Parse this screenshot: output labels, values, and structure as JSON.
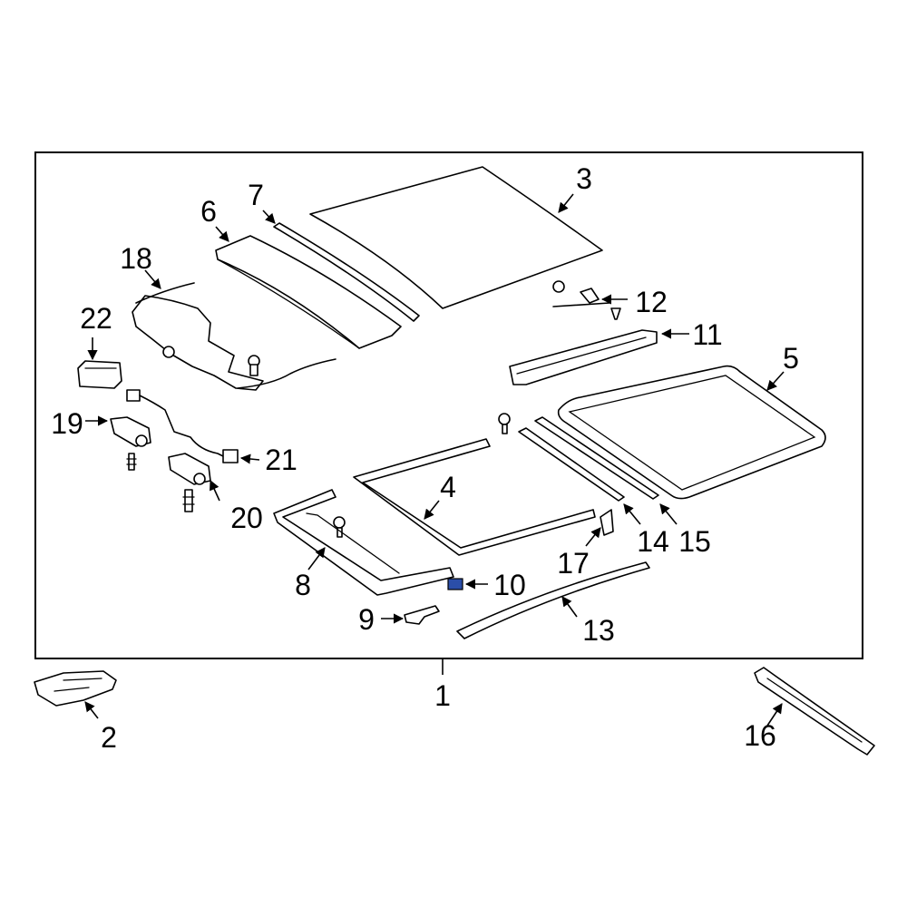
{
  "callouts": {
    "c1": "1",
    "c2": "2",
    "c3": "3",
    "c4": "4",
    "c5": "5",
    "c6": "6",
    "c7": "7",
    "c8": "8",
    "c9": "9",
    "c10": "10",
    "c11": "11",
    "c12": "12",
    "c13": "13",
    "c14": "14",
    "c15": "15",
    "c16": "16",
    "c17": "17",
    "c18": "18",
    "c19": "19",
    "c20": "20",
    "c21": "21",
    "c22": "22"
  },
  "colors": {
    "highlight_part": "#2b4ea8"
  }
}
